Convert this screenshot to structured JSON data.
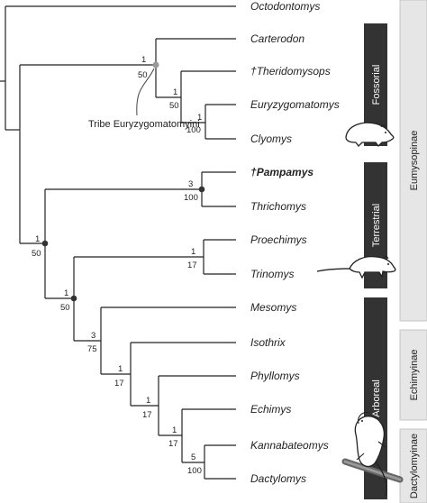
{
  "taxa": [
    {
      "name": "Octodontomys",
      "extinct": false,
      "bold": false
    },
    {
      "name": "Carterodon",
      "extinct": false,
      "bold": false
    },
    {
      "name": "Theridomysops",
      "extinct": true,
      "bold": false
    },
    {
      "name": "Euryzygomatomys",
      "extinct": false,
      "bold": false
    },
    {
      "name": "Clyomys",
      "extinct": false,
      "bold": false
    },
    {
      "name": "Pampamys",
      "extinct": true,
      "bold": true
    },
    {
      "name": "Thrichomys",
      "extinct": false,
      "bold": false
    },
    {
      "name": "Proechimys",
      "extinct": false,
      "bold": false
    },
    {
      "name": "Trinomys",
      "extinct": false,
      "bold": false
    },
    {
      "name": "Mesomys",
      "extinct": false,
      "bold": false
    },
    {
      "name": "Isothrix",
      "extinct": false,
      "bold": false
    },
    {
      "name": "Phyllomys",
      "extinct": false,
      "bold": false
    },
    {
      "name": "Echimys",
      "extinct": false,
      "bold": false
    },
    {
      "name": "Kannabateomys",
      "extinct": false,
      "bold": false
    },
    {
      "name": "Dactylomys",
      "extinct": false,
      "bold": false
    }
  ],
  "extinct_marker": "†",
  "node_supports": [
    {
      "node": "carterodon-clade",
      "top": "1",
      "bottom": "50"
    },
    {
      "node": "theridomysops-clade",
      "top": "1",
      "bottom": "50"
    },
    {
      "node": "euryzygomatomys-clyomys",
      "top": "1",
      "bottom": "100"
    },
    {
      "node": "pampamys-thrichomys",
      "top": "3",
      "bottom": "100"
    },
    {
      "node": "echimyidae-core",
      "top": "1",
      "bottom": "50"
    },
    {
      "node": "proechimys-trinomys",
      "top": "1",
      "bottom": "17"
    },
    {
      "node": "proechimys-plus-arboreal",
      "top": "1",
      "bottom": "50"
    },
    {
      "node": "arboreal-clade",
      "top": "3",
      "bottom": "75"
    },
    {
      "node": "isothrix-clade",
      "top": "1",
      "bottom": "17"
    },
    {
      "node": "phyllomys-clade",
      "top": "1",
      "bottom": "17"
    },
    {
      "node": "echimys-clade",
      "top": "1",
      "bottom": "17"
    },
    {
      "node": "kannabateomys-dactylomys",
      "top": "5",
      "bottom": "100"
    }
  ],
  "tribe_label": "Tribe Euryzygomatomyini",
  "habit_bars": [
    {
      "name": "fossorial",
      "label": "Fossorial"
    },
    {
      "name": "terrestrial",
      "label": "Terrestrial"
    },
    {
      "name": "arboreal",
      "label": "Arboreal"
    }
  ],
  "subfamilies": [
    {
      "name": "eumysopinae",
      "label": "Eumysopinae"
    },
    {
      "name": "echimyinae",
      "label": "Echimyinae"
    },
    {
      "name": "dactylomyinae",
      "label": "Dactylomyinae"
    }
  ],
  "colors": {
    "branch": "#222222",
    "habit_bar": "#333333",
    "subfamily_box": "#e6e6e6",
    "node_dot": "#333333",
    "tribe_dot": "#999999"
  },
  "icons": [
    "fossorial-rodent-icon",
    "terrestrial-rodent-icon",
    "arboreal-rodent-icon"
  ]
}
